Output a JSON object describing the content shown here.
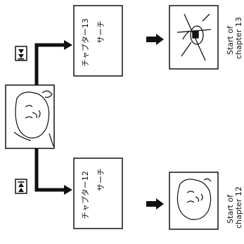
{
  "diagram": {
    "top_branch": {
      "button_icon": "skip-forward-icon",
      "screen_lines": [
        "サーチ",
        "チャプター13"
      ],
      "result_label_lines": [
        "Start of",
        "chapter 13"
      ]
    },
    "bottom_branch": {
      "button_icon": "skip-back-icon",
      "screen_lines": [
        "サーチ",
        "チャプター12"
      ],
      "result_label_lines": [
        "Start of",
        "chapter 12"
      ]
    },
    "source_screen": {
      "image": "face-sketch"
    }
  }
}
